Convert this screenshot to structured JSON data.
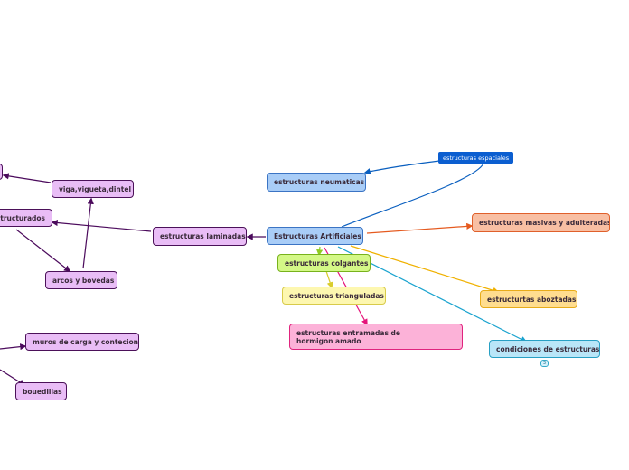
{
  "colors": {
    "purple_fill": "#e9bdf6",
    "purple_border": "#4b1159",
    "purple_line": "#4b0a5c",
    "blue_fill": "#a9cdf7",
    "blue_border": "#3b74c4",
    "blue_line": "#0a5fbf",
    "dark_blue": "#0b5ed0",
    "orange_fill": "#f8bfa3",
    "orange_border": "#e0602b",
    "orange_line": "#e55a1f",
    "yellow_fill": "#ffdd8f",
    "yellow_border": "#e8ac1a",
    "yellow_line": "#f0b100",
    "green_fill": "#d4f887",
    "green_border": "#78b21c",
    "green_line": "#8fcc21",
    "lightyellow_fill": "#fdf7b0",
    "lightyellow_border": "#d8cb4a",
    "lightyellow_line": "#d9cc2c",
    "pink_fill": "#fcb2d8",
    "pink_border": "#e0247e",
    "pink_line": "#e5157a",
    "cyan_fill": "#b9e6f8",
    "cyan_border": "#28a0c4",
    "cyan_line": "#1aa3cf"
  },
  "nodes": {
    "estructuras_artificiales": "Estructuras Artificiales",
    "estructuras_espaciales": "estructuras espaciales",
    "estructuras_neumaticas": "estructuras neumaticas",
    "estructuras_laminadas": "estructuras laminadas",
    "estructurados": "structurados",
    "viga_vigueta_dintel": "viga,vigueta,dintel",
    "arcos_y_bovedas": "arcos y bovedas",
    "muros_de_carga": "muros de carga y contecion",
    "bovedillas": "bouedillas",
    "estructuras_masivas": "estructuras masivas y adulteradas",
    "estructuras_colgantes": "estructuras colgantes",
    "estructuras_trianguladas": "estructuras trianguladas",
    "estructuras_abotzadas": "estructurtas aboztadas",
    "estructuras_entramadas": "estructuras entramadas de hormigon amado",
    "condiciones_de_estructuras": "condiciones de estructuras",
    "condiciones_badge": "3"
  }
}
